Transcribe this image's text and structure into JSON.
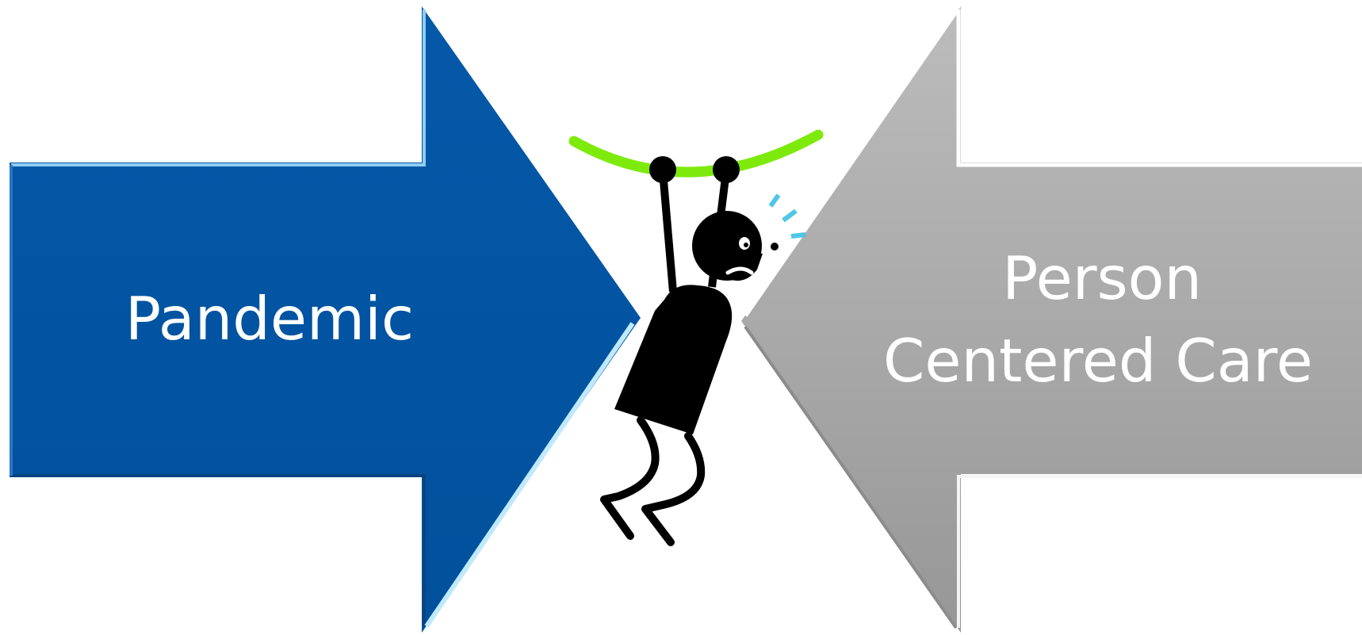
{
  "left_arrow": {
    "label": "Pandemic",
    "color": "#0255a3",
    "highlight_color": "#9fdcff"
  },
  "right_arrow": {
    "label_line1": "Person",
    "label_line2": "Centered Care",
    "color": "#a9a9a9",
    "highlight_color": "#ffffff"
  },
  "figure": {
    "icon": "stick-figure-hanging-icon",
    "bar_color": "#7eea0b",
    "sweat_color": "#4fc6e6",
    "body_color": "#000000"
  }
}
